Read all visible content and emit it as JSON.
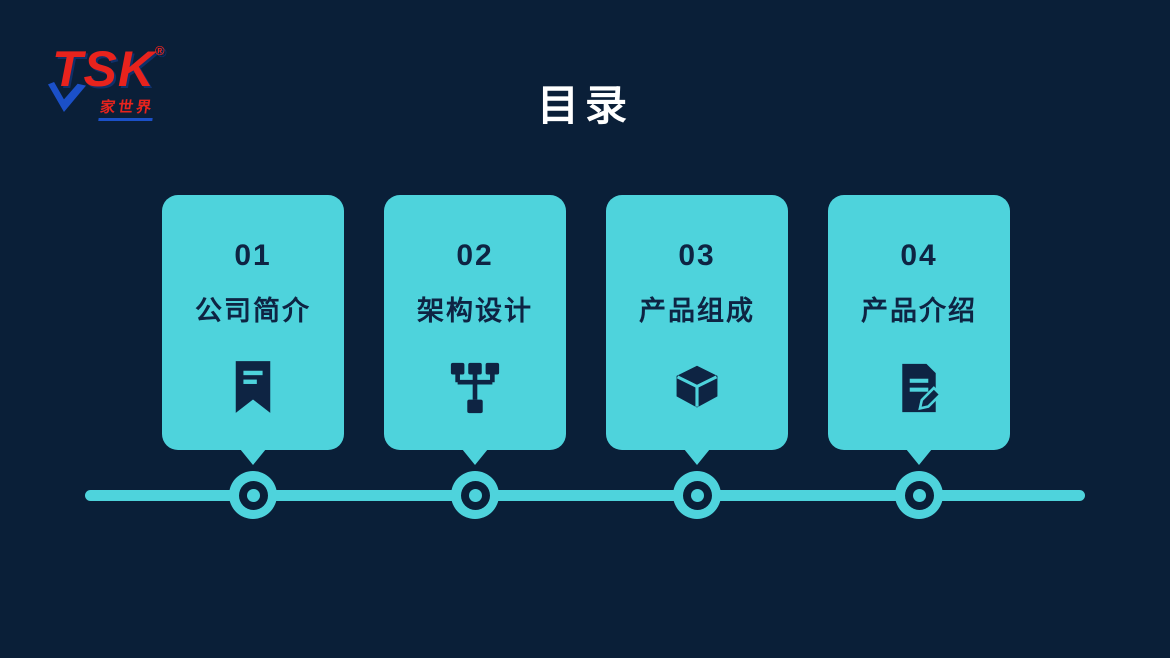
{
  "title": "目录",
  "logo": {
    "text": "TSK",
    "reg": "®",
    "subtext": "家世界"
  },
  "cards": [
    {
      "number": "01",
      "label": "公司简介",
      "icon": "bookmark-lines-icon"
    },
    {
      "number": "02",
      "label": "架构设计",
      "icon": "hierarchy-icon"
    },
    {
      "number": "03",
      "label": "产品组成",
      "icon": "cube-icon"
    },
    {
      "number": "04",
      "label": "产品介绍",
      "icon": "document-edit-icon"
    }
  ],
  "colors": {
    "background": "#0a1f38",
    "card": "#4ed3dc",
    "dark_text": "#0e2443",
    "title_text": "#ffffff",
    "logo_red": "#e8231d",
    "logo_blue": "#1b50c8"
  }
}
